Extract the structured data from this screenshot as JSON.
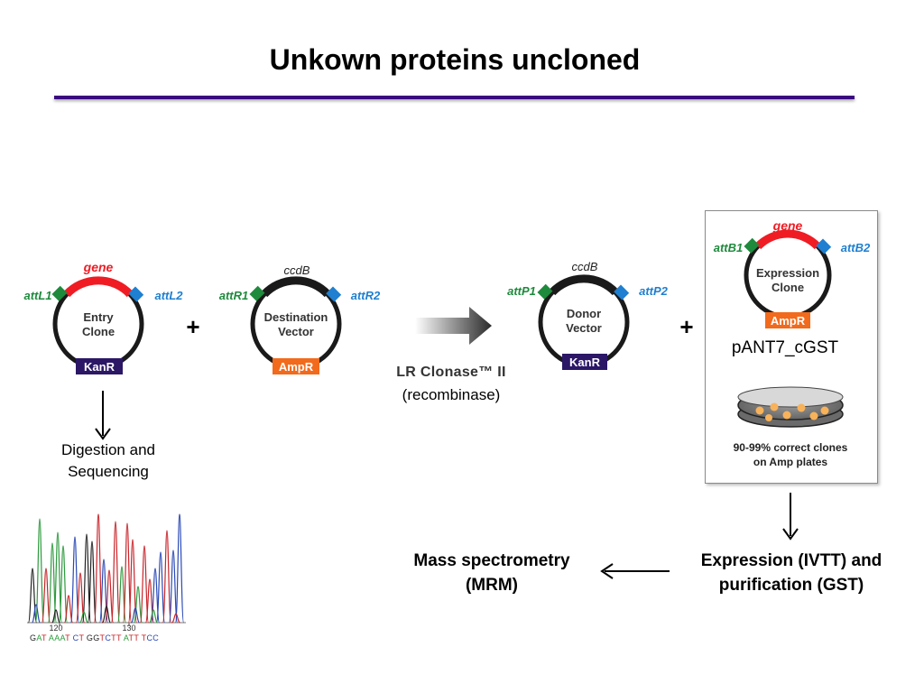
{
  "title": "Unkown proteins uncloned",
  "entry_clone": {
    "gene": "gene",
    "left_site": "attL1",
    "right_site": "attL2",
    "name_line1": "Entry",
    "name_line2": "Clone",
    "marker": "KanR"
  },
  "destination_vector": {
    "gene": "ccdB",
    "left_site": "attR1",
    "right_site": "attR2",
    "name_line1": "Destination",
    "name_line2": "Vector",
    "marker": "AmpR"
  },
  "donor_vector": {
    "gene": "ccdB",
    "left_site": "attP1",
    "right_site": "attP2",
    "name_line1": "Donor",
    "name_line2": "Vector",
    "marker": "KanR"
  },
  "expression_clone": {
    "gene": "gene",
    "left_site": "attB1",
    "right_site": "attB2",
    "name_line1": "Expression",
    "name_line2": "Clone",
    "marker": "AmpR"
  },
  "plus_sign": "+",
  "reaction_label": "LR Clonase™ II",
  "reaction_sublabel": "(recombinase)",
  "vector_name": "pANT7_cGST",
  "plate_caption_line1": "90-99% correct clones",
  "plate_caption_line2": "on Amp plates",
  "digestion_line1": "Digestion and",
  "digestion_line2": "Sequencing",
  "expression_step_line1": "Expression (IVTT) and",
  "expression_step_line2": "purification (GST)",
  "mass_spec_line1": "Mass spectrometry",
  "mass_spec_line2": "(MRM)",
  "chromatogram": {
    "tick_labels": [
      "120",
      "130"
    ],
    "sequence": [
      {
        "b": "G"
      },
      {
        "b": "A"
      },
      {
        "b": "T"
      },
      {
        "b": " "
      },
      {
        "b": "A"
      },
      {
        "b": "A"
      },
      {
        "b": "A"
      },
      {
        "b": "T"
      },
      {
        "b": " "
      },
      {
        "b": "C"
      },
      {
        "b": "T"
      },
      {
        "b": " "
      },
      {
        "b": "G"
      },
      {
        "b": "G"
      },
      {
        "b": "T"
      },
      {
        "b": "C"
      },
      {
        "b": "T"
      },
      {
        "b": "T"
      },
      {
        "b": " "
      },
      {
        "b": "A"
      },
      {
        "b": "T"
      },
      {
        "b": "T"
      },
      {
        "b": " "
      },
      {
        "b": "T"
      },
      {
        "b": "C"
      },
      {
        "b": "C"
      }
    ]
  },
  "colors": {
    "title_rule": "#3b0a80",
    "gene_arc": "#ef1c24",
    "ccdb_arc": "#1a1a1a",
    "left_site": "#1e8a3c",
    "right_site": "#1f7fd0",
    "kanr": "#2b1766",
    "ampr": "#f26a1b",
    "base_A": "#2e9a3e",
    "base_C": "#2a49b5",
    "base_G": "#222222",
    "base_T": "#c8242a"
  }
}
